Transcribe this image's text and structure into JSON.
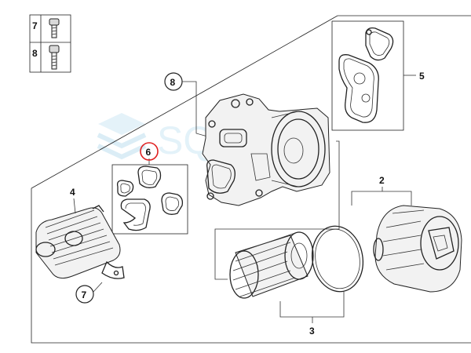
{
  "callouts": {
    "legend_7": "7",
    "legend_8": "8",
    "c8": "8",
    "c6": "6",
    "c5": "5",
    "c4": "4",
    "c2": "2",
    "c7": "7",
    "c3": "3"
  },
  "colors": {
    "highlight": "#e02020",
    "watermark": "#bfe0f0",
    "line": "#222222"
  },
  "watermark_text": "SQL"
}
